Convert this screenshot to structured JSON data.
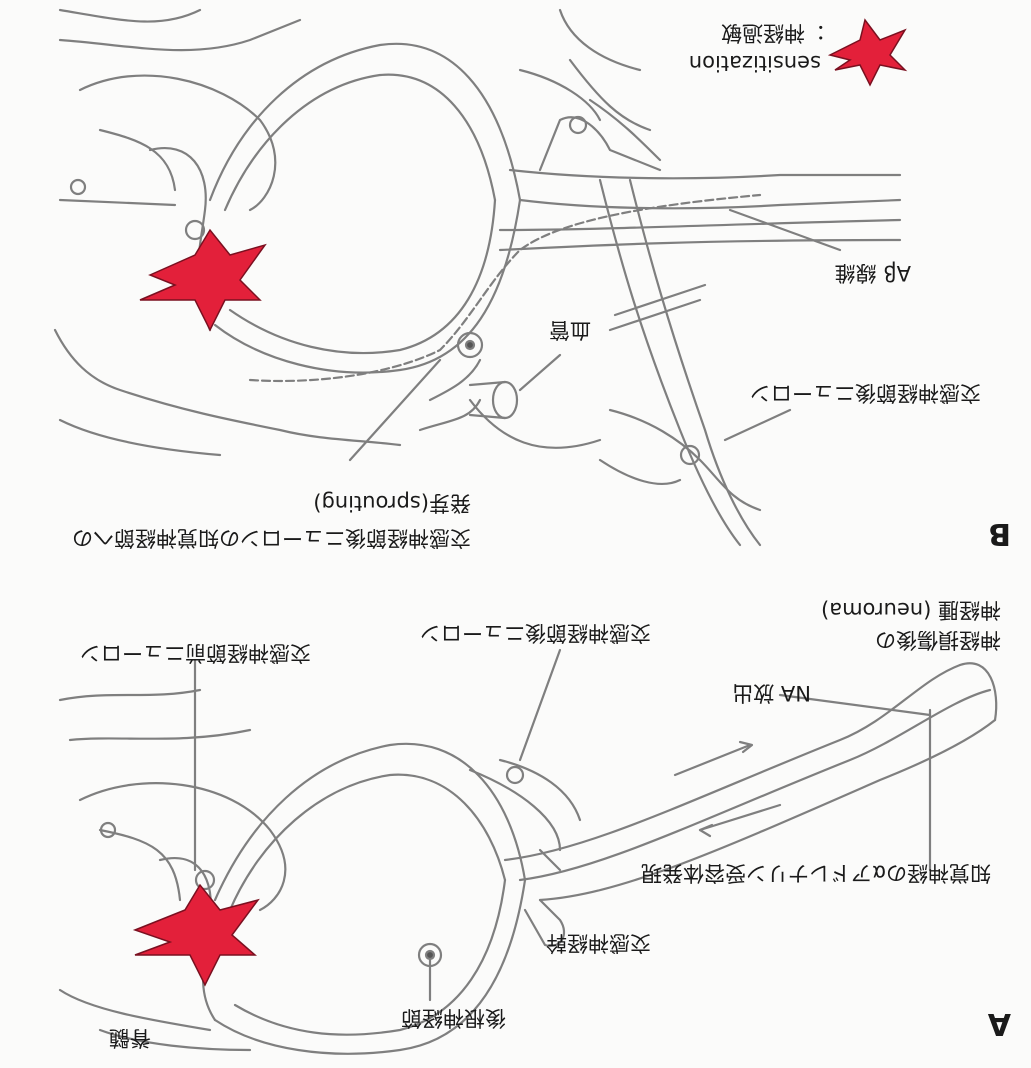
{
  "panels": [
    {
      "letter": "A",
      "labels": {
        "spinal_cord": "脊髄",
        "dorsal_root_ganglion": "後根神経節",
        "sympathetic_trunk": "交感神経幹",
        "preganglionic": "交感神経節前ニューロン",
        "postganglionic": "交感神経節後ニューロン",
        "alpha_receptor": "知覚神経のαアドレナリン受容体発現",
        "na_release": "NA 放出",
        "neuroma_line1": "神経損傷後の",
        "neuroma_line2": "神経腫 (neuroma)"
      }
    },
    {
      "letter": "B",
      "labels": {
        "sprouting_line1": "交感神経節後ニューロンの知覚神経節への",
        "sprouting_line2": "発芽(sprouting)",
        "blood_vessel": "血管",
        "abeta": "Aβ 線維",
        "postganglionic": "交感神経節後ニューロン",
        "sensitization": "sensitization",
        "sensitization_jp": "：神経過敏"
      }
    }
  ],
  "colors": {
    "line": "#7a7a7a",
    "star": "#e3203a",
    "text": "#1a1a1a"
  }
}
